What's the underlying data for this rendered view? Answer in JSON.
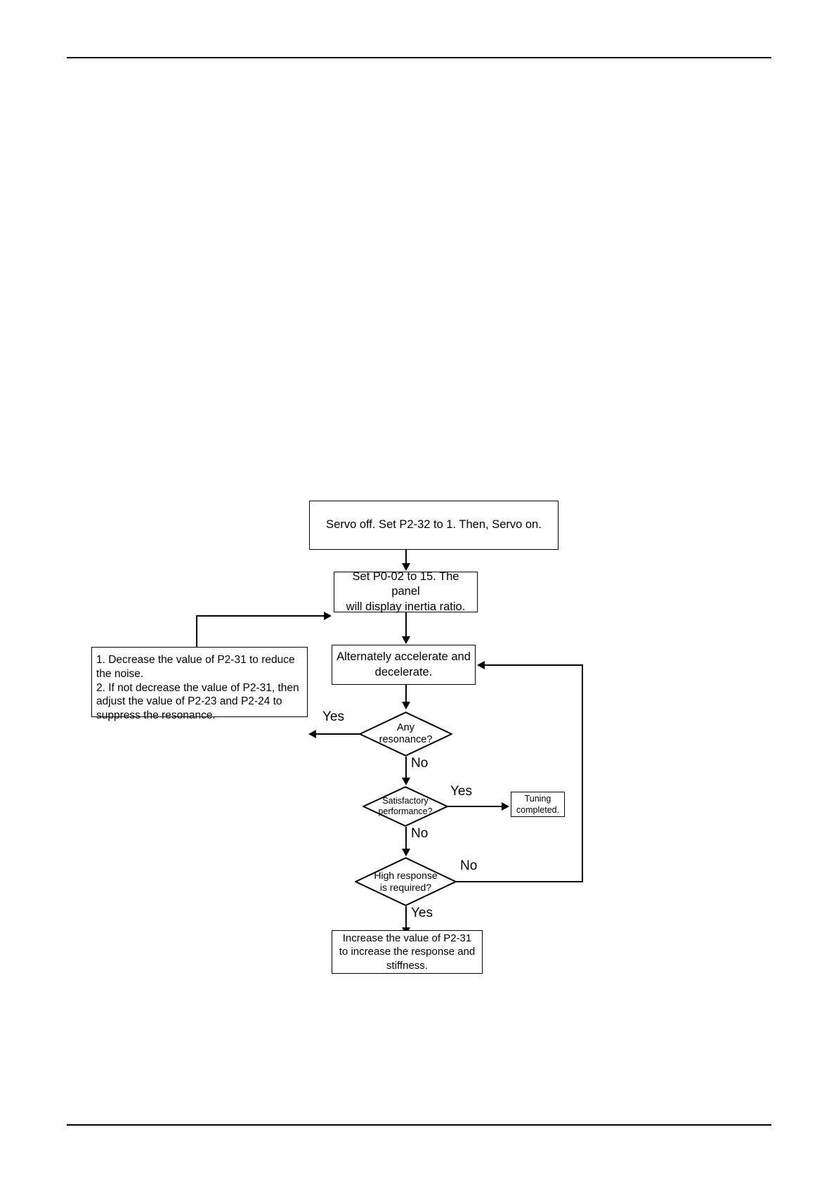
{
  "page": {
    "background_color": "#ffffff",
    "line_color": "#000000",
    "header_rule": true,
    "footer_rule": true
  },
  "diagram": {
    "type": "flowchart",
    "title": "Servo gain auto-tuning procedure",
    "nodes": [
      {
        "id": "servo-off-on",
        "shape": "process",
        "text": "Servo off. Set P2-32 to 1. Then, Servo on."
      },
      {
        "id": "set-p0-02",
        "shape": "process",
        "text": "Set P0-02 to 15. The panel\nwill display inertia ratio."
      },
      {
        "id": "accel-decel",
        "shape": "process",
        "text": "Alternately accelerate and\ndecelerate."
      },
      {
        "id": "resonance-actions",
        "shape": "process",
        "text": "1. Decrease the value of P2-31 to reduce the noise.\n2. If not decrease the value of P2-31, then adjust the value of P2-23 and P2-24 to suppress the resonance."
      },
      {
        "id": "any-resonance",
        "shape": "decision",
        "text": "Any\nresonance?"
      },
      {
        "id": "satisfactory-performance",
        "shape": "decision",
        "text": "Satisfactory\nperformance?"
      },
      {
        "id": "tuning-completed",
        "shape": "terminator",
        "text": "Tuning\ncompleted."
      },
      {
        "id": "high-response-required",
        "shape": "decision",
        "text": "High response\nis required?"
      },
      {
        "id": "increase-p2-31",
        "shape": "process",
        "text": "Increase the value of P2-31\nto increase the response and\nstiffness."
      }
    ],
    "edge_labels": {
      "resonance_yes": "Yes",
      "resonance_no": "No",
      "satisfactory_yes": "Yes",
      "satisfactory_no": "No",
      "high_response_no": "No",
      "high_response_yes": "Yes"
    }
  }
}
